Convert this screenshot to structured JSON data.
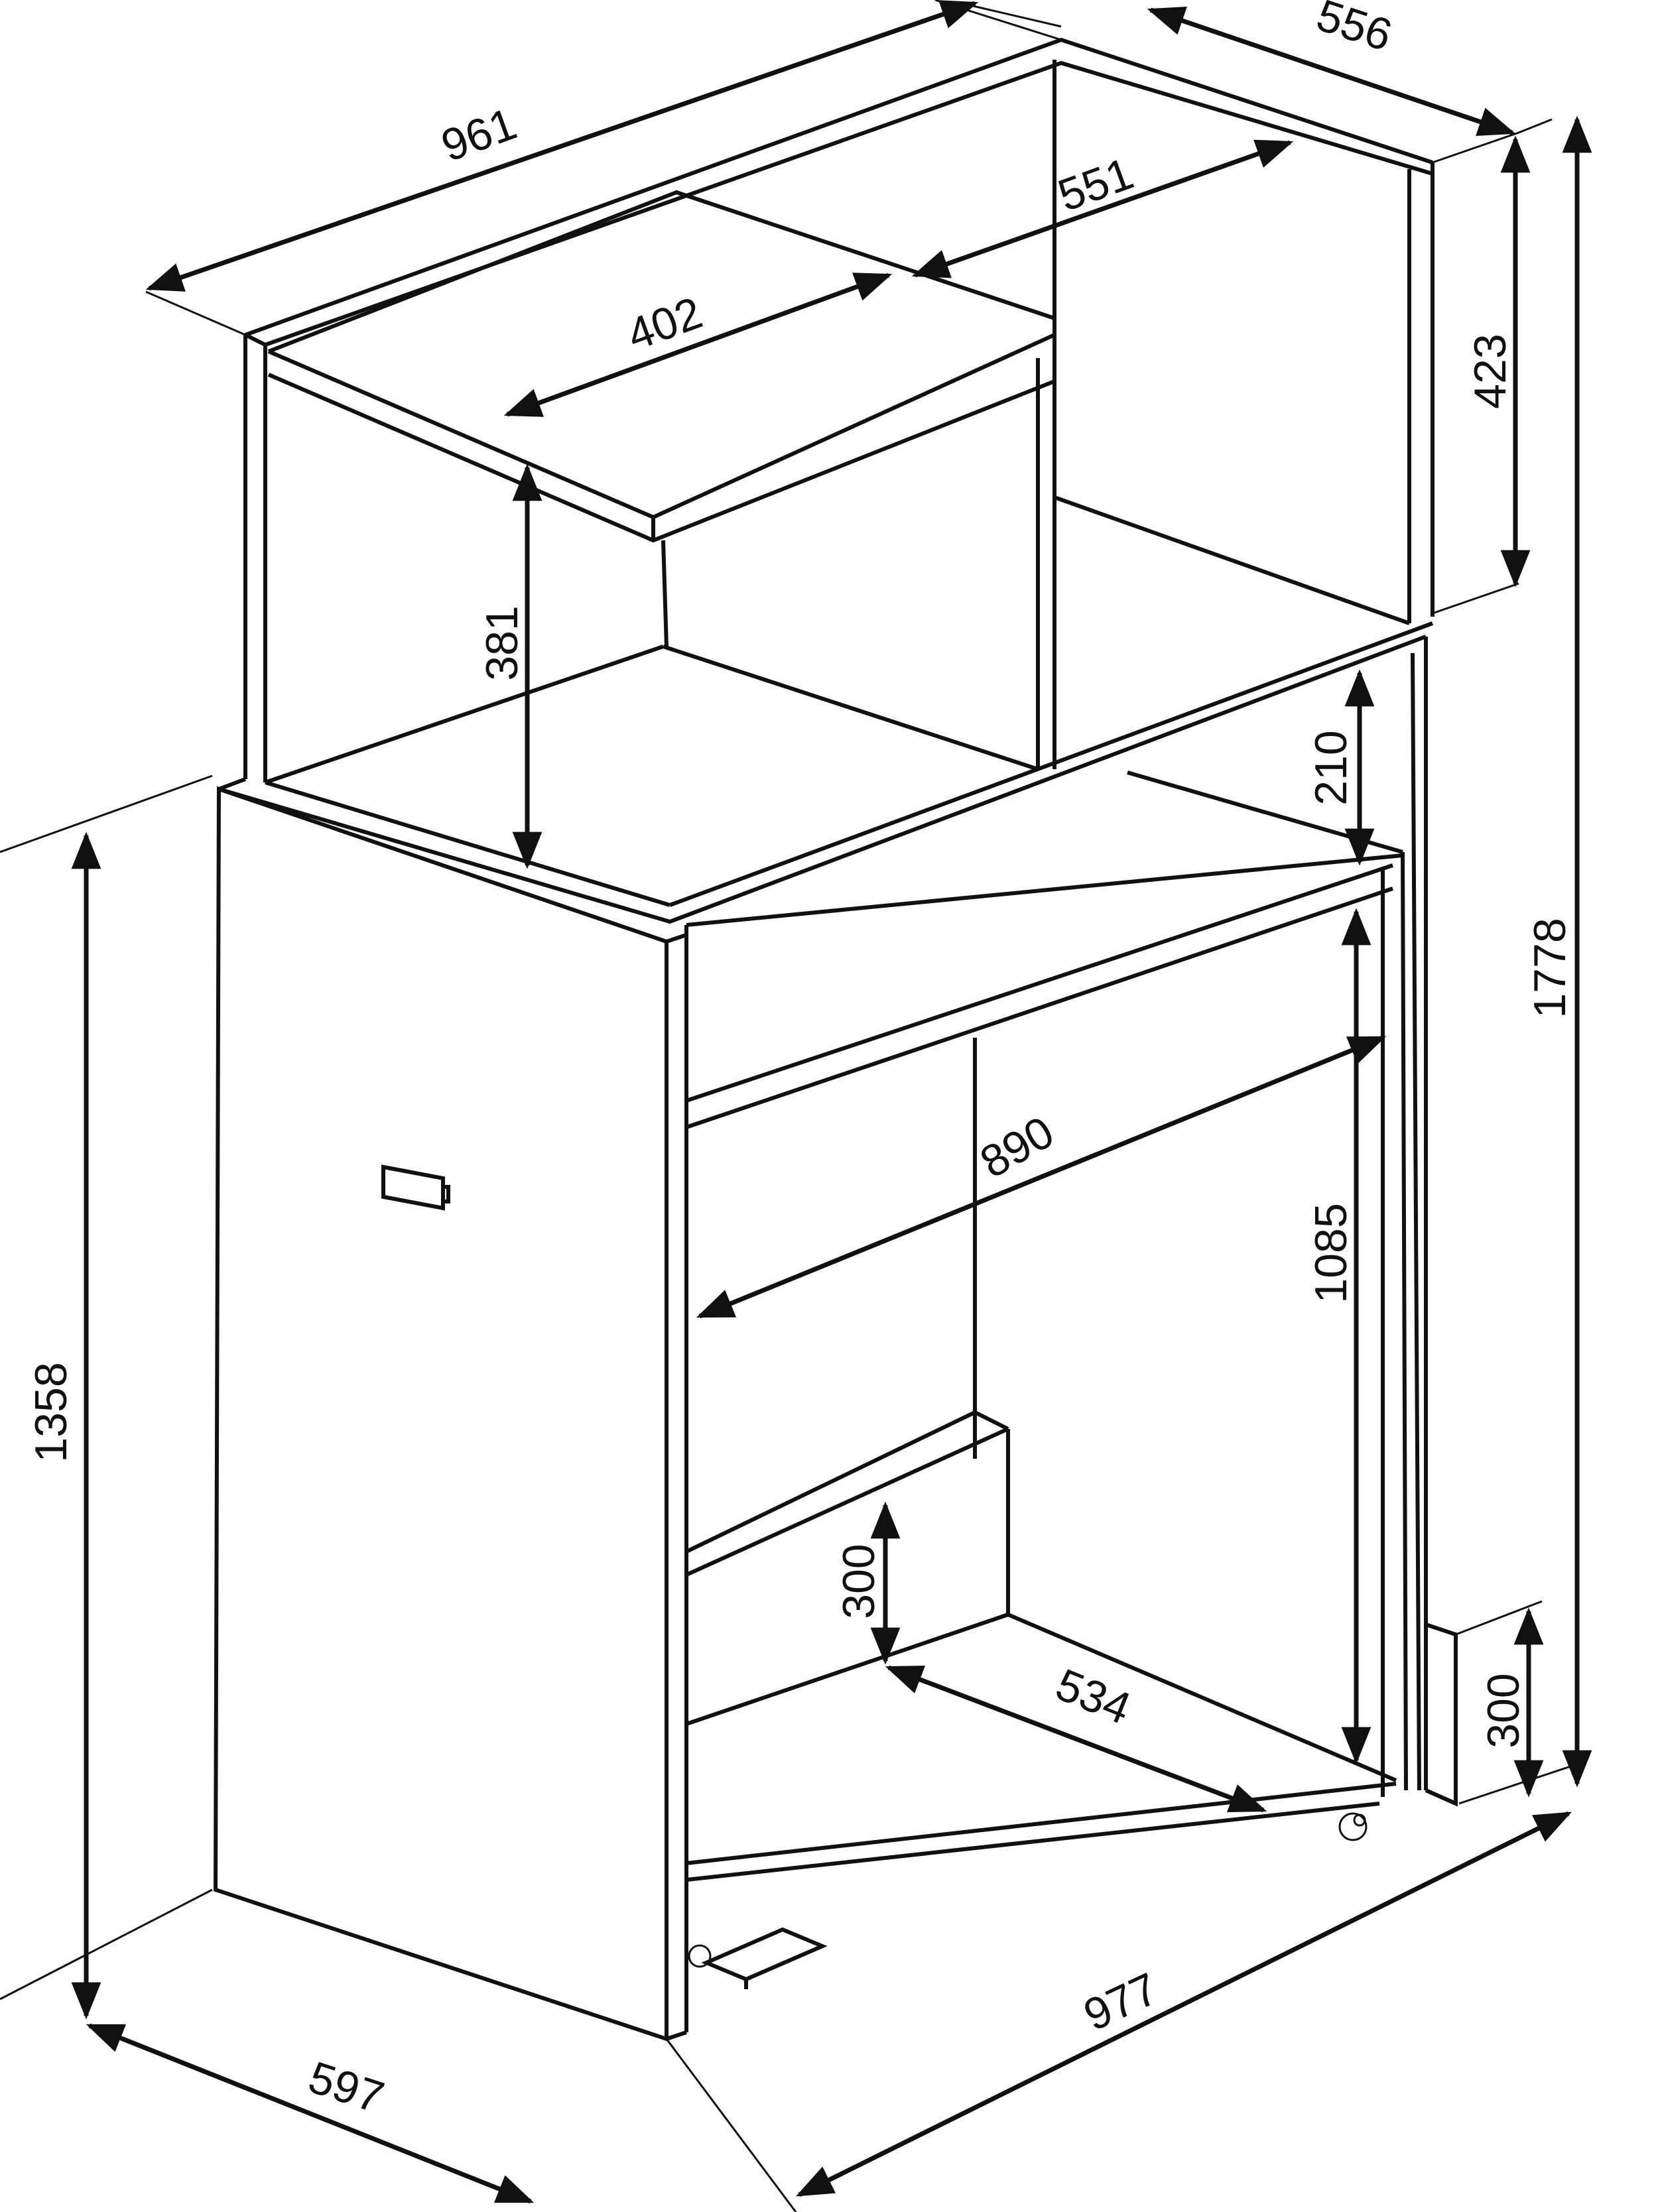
{
  "diagram": {
    "subject": "Mobile cabinet with upper shelf unit",
    "line_color": "#111111",
    "background": "#ffffff",
    "dimensions": {
      "overall_width_top": "961",
      "top_depth": "556",
      "inner_top_depth": "551",
      "upper_shelf_depth": "402",
      "upper_unit_height": "423",
      "upper_opening_height": "381",
      "drawer_gap_height": "210",
      "overall_height": "1778",
      "inner_width": "890",
      "inner_height": "1085",
      "side_panel_height": "1358",
      "side_panel_depth": "597",
      "base_width": "977",
      "lower_shelf_height": "300",
      "lower_shelf_depth": "534",
      "plinth_height": "300"
    }
  }
}
